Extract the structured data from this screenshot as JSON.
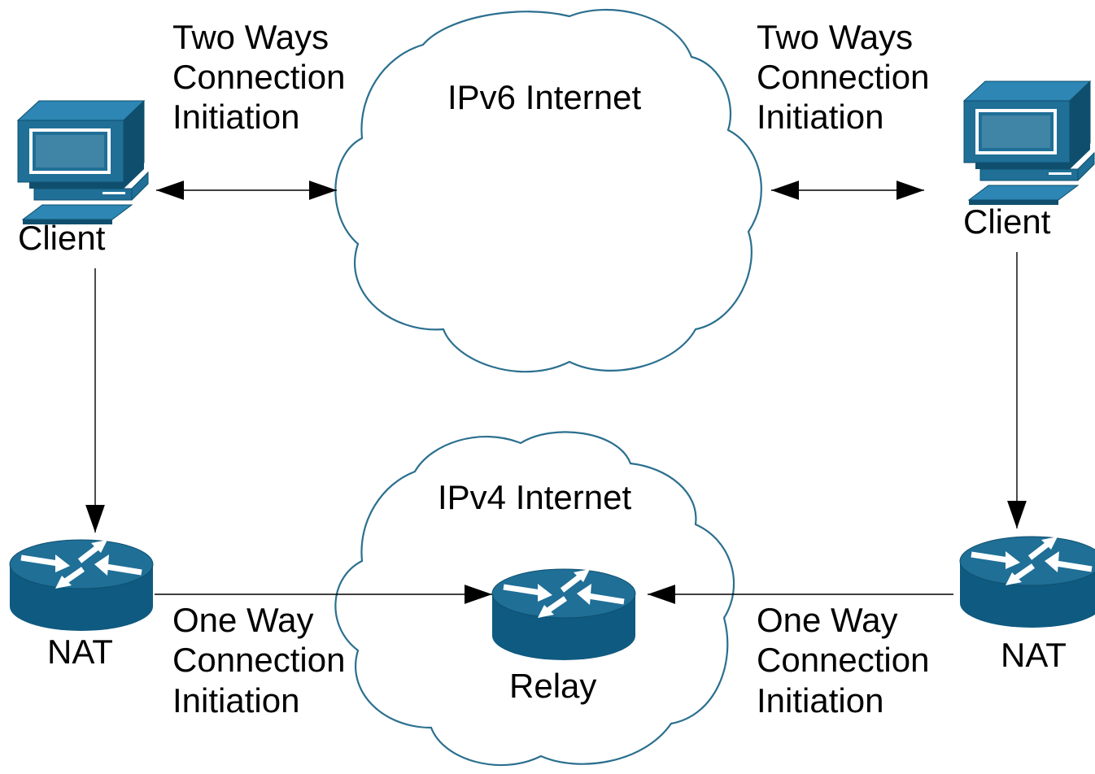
{
  "ipv6_cloud": {
    "label": "IPv6 Internet"
  },
  "ipv4_cloud": {
    "label": "IPv4 Internet"
  },
  "left_client": {
    "label": "Client"
  },
  "right_client": {
    "label": "Client"
  },
  "left_nat": {
    "label": "NAT"
  },
  "right_nat": {
    "label": "NAT"
  },
  "relay": {
    "label": "Relay"
  },
  "two_way_left": {
    "lines": [
      "Two Ways",
      "Connection",
      "Initiation"
    ]
  },
  "two_way_right": {
    "lines": [
      "Two Ways",
      "Connection",
      "Initiation"
    ]
  },
  "one_way_left": {
    "lines": [
      "One Way",
      "Connection",
      "Initiation"
    ]
  },
  "one_way_right": {
    "lines": [
      "One Way",
      "Connection",
      "Initiation"
    ]
  },
  "colors": {
    "device_blue": "#1f6f97",
    "device_dark": "#0f4f6d",
    "cloud_stroke": "#2b6f8f",
    "line": "#000000"
  },
  "icons": {
    "client": "computer-icon",
    "nat": "router-icon",
    "relay": "router-icon"
  }
}
